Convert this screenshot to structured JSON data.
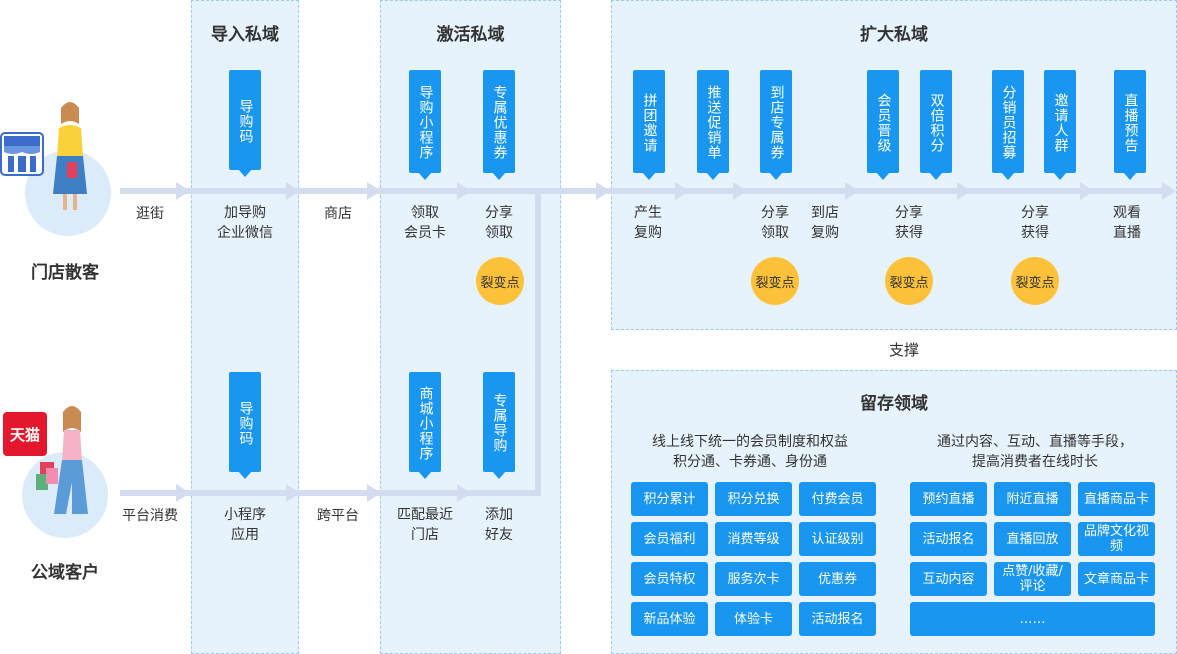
{
  "customers": {
    "store": {
      "name": "门店散客",
      "icon": "storefront-icon"
    },
    "public": {
      "name": "公域客户",
      "badge": "天猫",
      "icon": "tmall-badge-icon"
    }
  },
  "channels": {
    "top_in": "逛街",
    "bottom_in": "平台消费",
    "top_mid": "商店",
    "bottom_mid": "跨平台"
  },
  "sections": {
    "import": {
      "title": "导入私域",
      "top_tag": "导购码",
      "top_label": "加导购\n企业微信",
      "bottom_tag": "导购码",
      "bottom_label": "小程序\n应用"
    },
    "activate": {
      "title": "激活私域",
      "top_tags": [
        "导购小程序",
        "专属优惠券"
      ],
      "top_labels": [
        "领取\n会员卡",
        "分享\n领取"
      ],
      "fission": "裂变点",
      "bottom_tags": [
        "商城小程序",
        "专属导购"
      ],
      "bottom_labels": [
        "匹配最近\n门店",
        "添加\n好友"
      ]
    },
    "expand": {
      "title": "扩大私域",
      "tags": [
        "拼团邀请",
        "推送促销单",
        "到店专属券",
        "会员晋级",
        "双倍积分",
        "分销员招募",
        "邀请人群",
        "直播预告"
      ],
      "labels": [
        "产生\n复购",
        "分享\n领取",
        "到店\n复购",
        "分享\n获得",
        "分享\n获得",
        "观看\n直播"
      ],
      "fission": [
        "裂变点",
        "裂变点",
        "裂变点"
      ]
    },
    "support_label": "支撑",
    "retain": {
      "title": "留存领域",
      "left_heading": "线上线下统一的会员制度和权益\n积分通、卡券通、身份通",
      "left_cells": [
        "积分累计",
        "积分兑换",
        "付费会员",
        "会员福利",
        "消费等级",
        "认证级别",
        "会员特权",
        "服务次卡",
        "优惠券",
        "新品体验",
        "体验卡",
        "活动报名"
      ],
      "right_heading": "通过内容、互动、直播等手段，\n提高消费者在线时长",
      "right_cells": [
        "预约直播",
        "附近直播",
        "直播商品卡",
        "活动报名",
        "直播回放",
        "品牌文化视频",
        "互动内容",
        "点赞/收藏/\n评论",
        "文章商品卡"
      ],
      "right_more": "……"
    }
  },
  "colors": {
    "panel": "#e6f2fc",
    "accent": "#1996f0",
    "fission": "#fdc23a",
    "arrow": "#d4dcef"
  }
}
